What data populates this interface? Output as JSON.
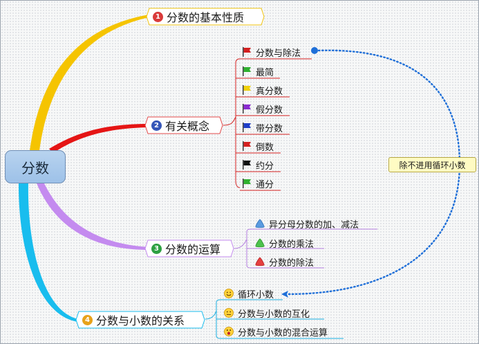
{
  "root": {
    "label": "分数"
  },
  "topics": [
    {
      "id": "t1",
      "num": "1",
      "label": "分数的基本性质",
      "color": "#f3c200",
      "num_color": "#d93a3a",
      "children": []
    },
    {
      "id": "t2",
      "num": "2",
      "label": "有关概念",
      "color": "#e81919",
      "num_color": "#3556b8",
      "children": [
        {
          "label": "分数与除法",
          "icon": "red-flag-icon"
        },
        {
          "label": "最简",
          "icon": "green-flag-icon"
        },
        {
          "label": "真分数",
          "icon": "yellow-flag-icon"
        },
        {
          "label": "假分数",
          "icon": "purple-flag-icon"
        },
        {
          "label": "带分数",
          "icon": "blue-flag-icon"
        },
        {
          "label": "倒数",
          "icon": "red-flag-icon"
        },
        {
          "label": "约分",
          "icon": "black-flag-icon"
        },
        {
          "label": "通分",
          "icon": "green-flag-icon"
        }
      ]
    },
    {
      "id": "t3",
      "num": "3",
      "label": "分数的运算",
      "color": "#c88ef1",
      "num_color": "#2ea043",
      "children": [
        {
          "label": "异分母分数的加、减法",
          "icon": "blue-triangle-icon"
        },
        {
          "label": "分数的乘法",
          "icon": "green-triangle-icon"
        },
        {
          "label": "分数的除法",
          "icon": "red-triangle-icon"
        }
      ]
    },
    {
      "id": "t4",
      "num": "4",
      "label": "分数与小数的关系",
      "color": "#1bbcea",
      "num_color": "#e8a21a",
      "children": [
        {
          "label": "循环小数",
          "icon": "smile-face-icon"
        },
        {
          "label": "分数与小数的互化",
          "icon": "puzzled-face-icon"
        },
        {
          "label": "分数与小数的混合运算",
          "icon": "surprised-face-icon"
        }
      ]
    }
  ],
  "callout": {
    "label": "除不进用循环小数"
  }
}
